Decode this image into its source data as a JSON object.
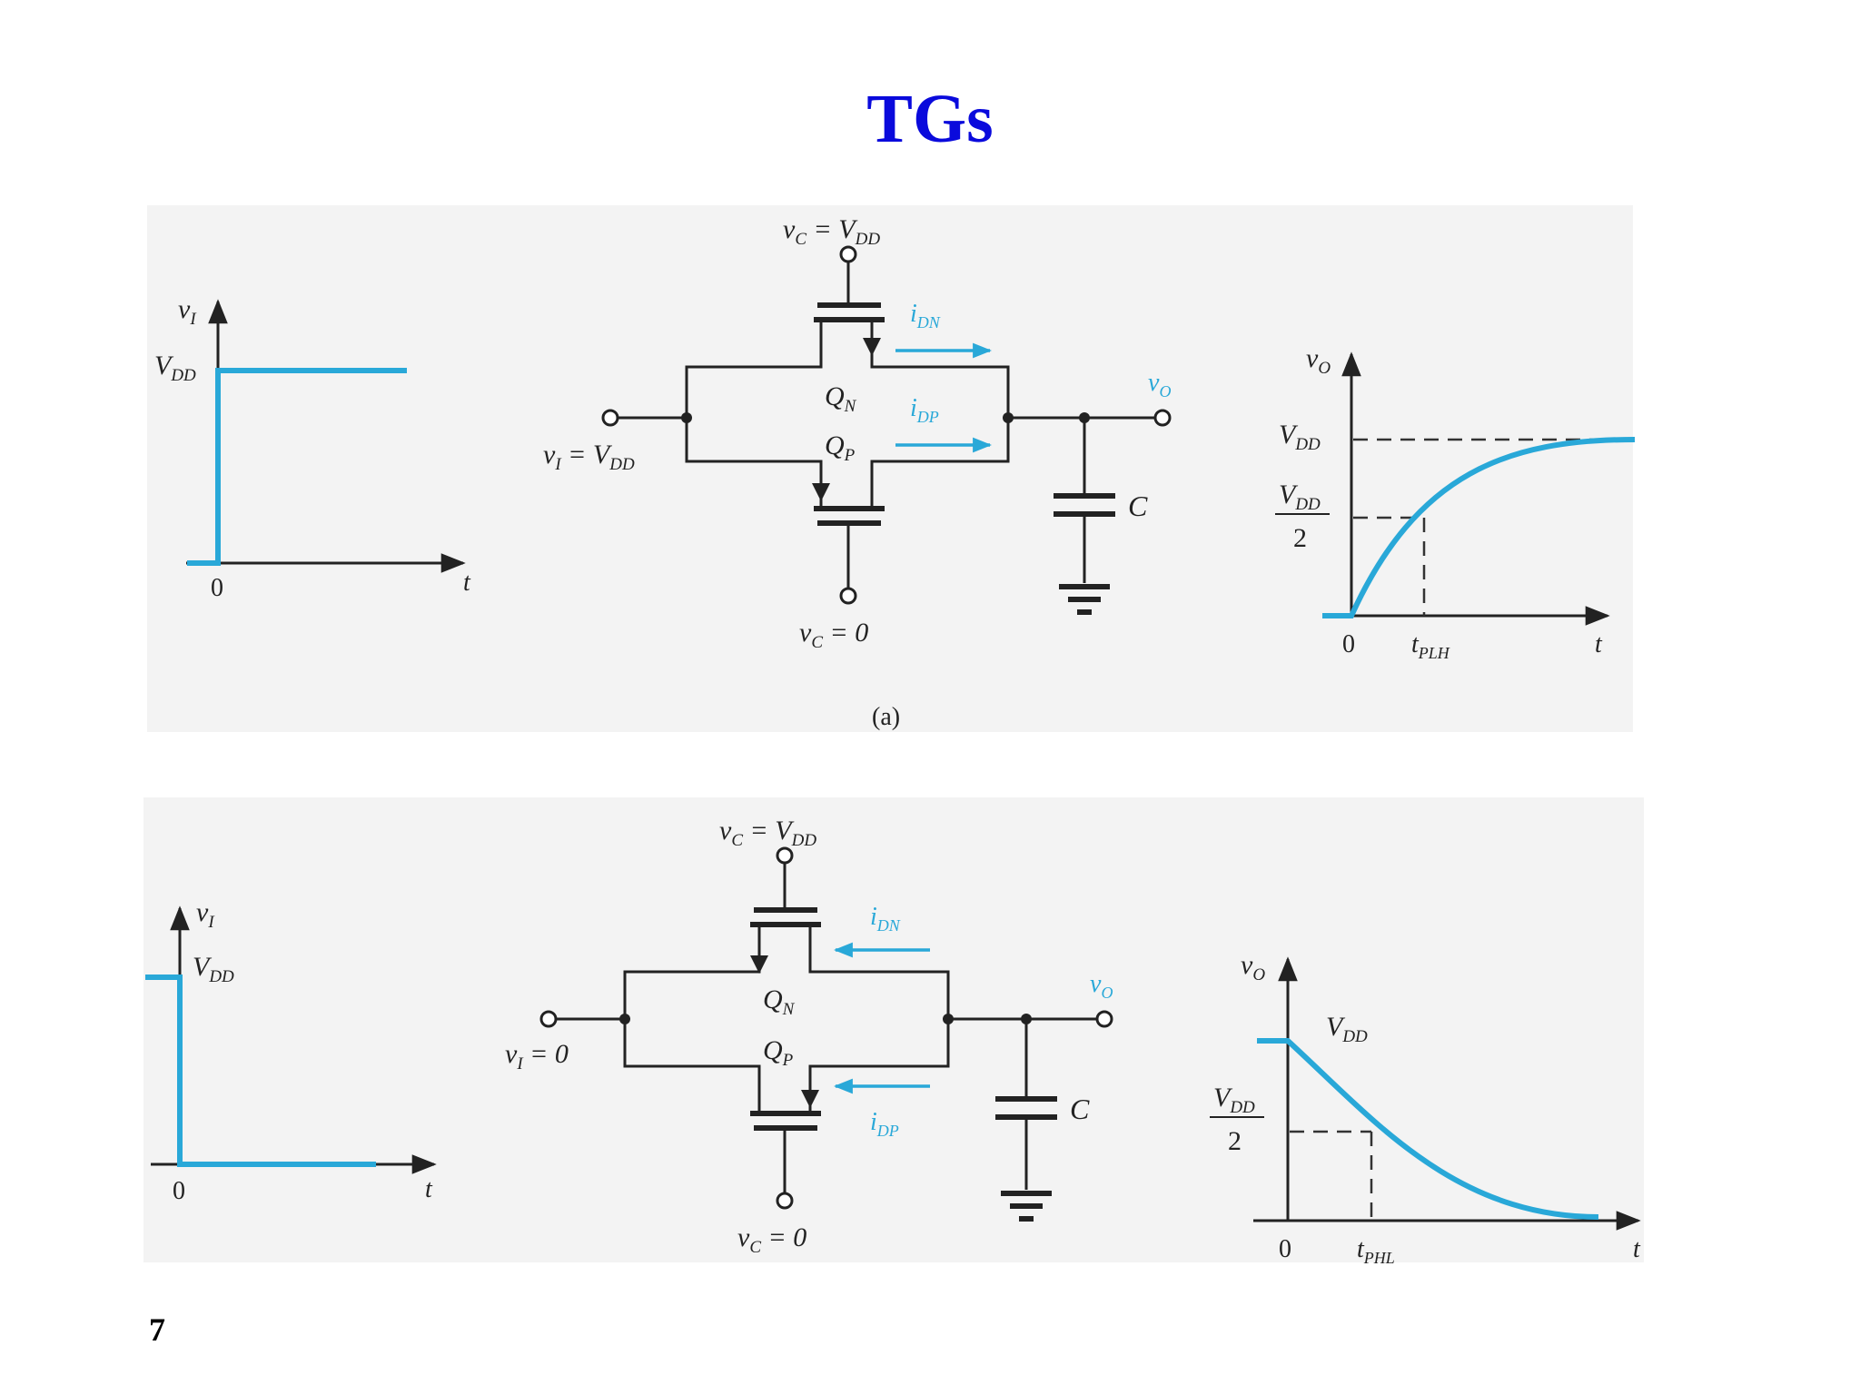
{
  "title": "TGs",
  "page_number": "7",
  "colors": {
    "title": "#0a0adc",
    "signal": "#29a8d8",
    "panel": "#f3f3f3"
  },
  "panel_a": {
    "caption": "(a)",
    "input_plot": {
      "y_axis": "v",
      "y_axis_sub": "I",
      "level_base": "V",
      "level_sub": "DD",
      "origin": "0",
      "t_axis": "t"
    },
    "circuit": {
      "vc_top": "v",
      "vc_top_sub": "C",
      "vc_top_eq": " = V",
      "vc_top_eq_sub": "DD",
      "vc_bottom": "v",
      "vc_bottom_sub": "C",
      "vc_bottom_eq": " = 0",
      "input_label": "v",
      "input_label_sub": "I",
      "input_eq": " = V",
      "input_eq_sub": "DD",
      "qn": "Q",
      "qn_sub": "N",
      "qp": "Q",
      "qp_sub": "P",
      "idn": "i",
      "idn_sub": "DN",
      "idp": "i",
      "idp_sub": "DP",
      "output": "v",
      "output_sub": "O",
      "cap": "C"
    },
    "output_plot": {
      "y_axis": "v",
      "y_axis_sub": "O",
      "vdd": "V",
      "vdd_sub": "DD",
      "half_num": "V",
      "half_num_sub": "DD",
      "half_den": "2",
      "origin": "0",
      "tp": "t",
      "tp_sub": "PLH",
      "t_axis": "t"
    }
  },
  "panel_b": {
    "input_plot": {
      "y_axis": "v",
      "y_axis_sub": "I",
      "level_base": "V",
      "level_sub": "DD",
      "origin": "0",
      "t_axis": "t"
    },
    "circuit": {
      "vc_top": "v",
      "vc_top_sub": "C",
      "vc_top_eq": " = V",
      "vc_top_eq_sub": "DD",
      "vc_bottom": "v",
      "vc_bottom_sub": "C",
      "vc_bottom_eq": " = 0",
      "input_label": "v",
      "input_label_sub": "I",
      "input_eq": " = 0",
      "qn": "Q",
      "qn_sub": "N",
      "qp": "Q",
      "qp_sub": "P",
      "idn": "i",
      "idn_sub": "DN",
      "idp": "i",
      "idp_sub": "DP",
      "output": "v",
      "output_sub": "O",
      "cap": "C"
    },
    "output_plot": {
      "y_axis": "v",
      "y_axis_sub": "O",
      "vdd": "V",
      "vdd_sub": "DD",
      "half_num": "V",
      "half_num_sub": "DD",
      "half_den": "2",
      "origin": "0",
      "tp": "t",
      "tp_sub": "PHL",
      "t_axis": "t"
    }
  }
}
